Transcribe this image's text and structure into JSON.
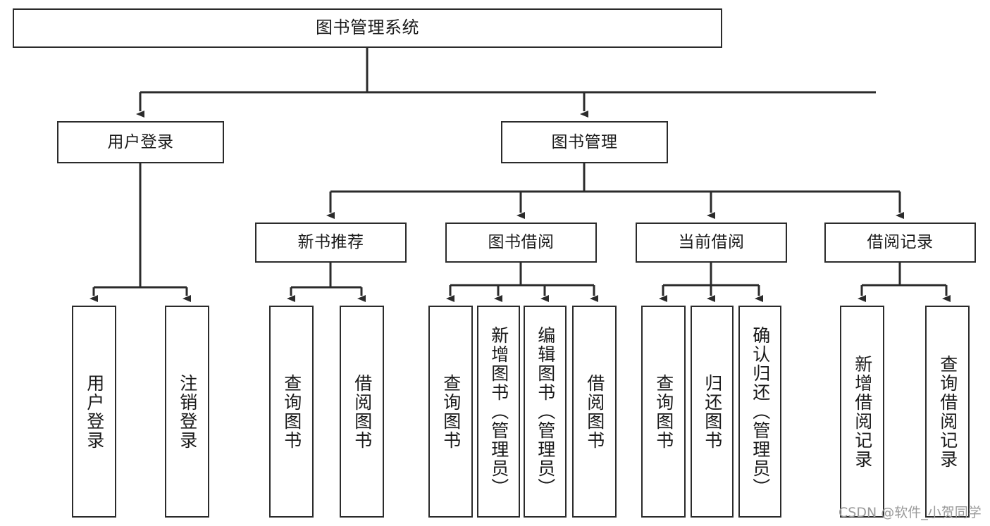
{
  "diagram": {
    "title": "图书管理系统",
    "type": "tree-hierarchy-chart",
    "watermark": "CSDN @软件_小贺同学",
    "colors": {
      "box_border": "#2b2b2b",
      "box_fill": "#ffffff",
      "connector": "#2b2b2b",
      "text": "#1a1a1a",
      "watermark": "#9a9a9a"
    }
  },
  "nodes": {
    "root": {
      "label": "图书管理系统"
    },
    "level2": [
      {
        "label": "用户登录"
      },
      {
        "label": "图书管理"
      }
    ],
    "level3": [
      {
        "label": "新书推荐"
      },
      {
        "label": "图书借阅"
      },
      {
        "label": "当前借阅"
      },
      {
        "label": "借阅记录"
      }
    ],
    "leaves": {
      "user_login": [
        {
          "label": "用户登录"
        },
        {
          "label": "注销登录"
        }
      ],
      "new_book_recommend": [
        {
          "label": "查询图书"
        },
        {
          "label": "借阅图书"
        }
      ],
      "book_borrow": [
        {
          "label": "查询图书"
        },
        {
          "label": "新增图书（管理员）"
        },
        {
          "label": "编辑图书（管理员）"
        },
        {
          "label": "借阅图书"
        }
      ],
      "current_borrow": [
        {
          "label": "查询图书"
        },
        {
          "label": "归还图书"
        },
        {
          "label": "确认归还（管理员）"
        }
      ],
      "borrow_record": [
        {
          "label": "新增借阅记录"
        },
        {
          "label": "查询借阅记录"
        }
      ]
    }
  }
}
